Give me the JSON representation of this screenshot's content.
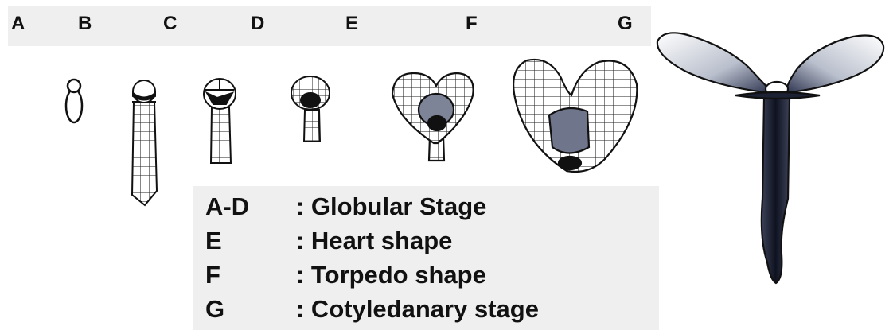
{
  "stage_labels": [
    "A",
    "B",
    "C",
    "D",
    "E",
    "F",
    "G"
  ],
  "legend": [
    {
      "key": "A-D",
      "desc": ": Globular Stage"
    },
    {
      "key": "E",
      "desc": ": Heart shape"
    },
    {
      "key": "F",
      "desc": ": Torpedo shape"
    },
    {
      "key": "G",
      "desc": ": Cotyledanary stage"
    }
  ]
}
